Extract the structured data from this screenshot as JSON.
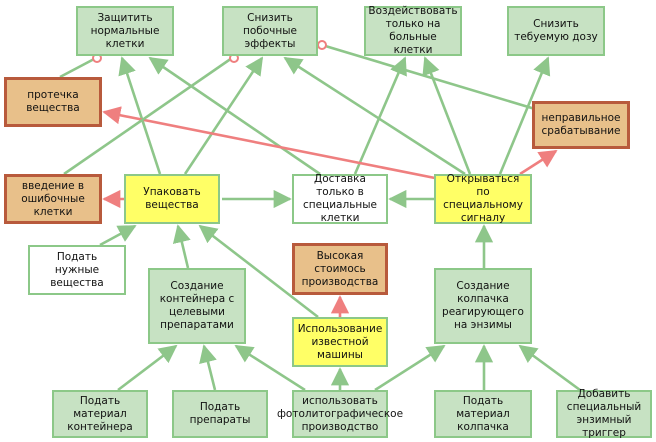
{
  "colors": {
    "support_edge": "#8ec68a",
    "conflict_edge": "#ef7f7f",
    "green_fill": "#c7e2c3",
    "yellow_fill": "#ffff66",
    "orange_fill": "#e8c08a",
    "orange_border": "#b85a3c"
  },
  "nodes": {
    "goal_protect": "Защитить нормальные клетки",
    "goal_reduce": "Снизить побочные эффекты",
    "goal_target": "Воздействовать только на больные клетки",
    "goal_dose": "Снизить тебуемую дозу",
    "issue_leak": "протечка вещества",
    "issue_misfire": "неправильное срабатывание",
    "issue_wrong": "введение в ошибочные клетки",
    "pack": "Упаковать вещества",
    "delivery": "Доставка только в специальные клетки",
    "open_signal": "Открываться по специальному сигналу",
    "supply": "Подать нужные вещества",
    "issue_cost": "Высокая стоимось производства",
    "container": "Создание контейнера с целевыми препаратами",
    "machine": "Использование известной машины",
    "cap": "Создание колпачка реагирующего на энзимы",
    "mat_container": "Подать материал контейнера",
    "drugs": "Подать препараты",
    "photolith": "использовать фотолитографическое производство",
    "mat_cap": "Подать материал колпачка",
    "enzyme": "Добавить специальный энзимный триггер"
  }
}
